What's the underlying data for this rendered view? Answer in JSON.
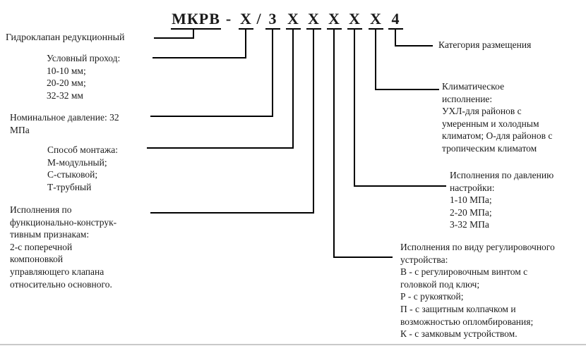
{
  "code": {
    "value": "МКРВ - Х/3 Х Х Х Х Х 4",
    "segments": [
      {
        "text": "МКРВ",
        "underlined": true
      },
      {
        "text": "-",
        "underlined": false
      },
      {
        "text": "Х",
        "underlined": true
      },
      {
        "text": "/",
        "underlined": false
      },
      {
        "text": "3",
        "underlined": true
      },
      {
        "text": "Х",
        "underlined": true
      },
      {
        "text": "Х",
        "underlined": true
      },
      {
        "text": "Х",
        "underlined": true
      },
      {
        "text": "Х",
        "underlined": true
      },
      {
        "text": "Х",
        "underlined": true
      },
      {
        "text": "4",
        "underlined": true
      }
    ]
  },
  "labels": {
    "product": "Гидроклапан редукционный",
    "bore": "Условный проход:\n10-10 мм;\n20-20 мм;\n32-32 мм",
    "pressure": "Номинальное давление: 32\nМПа",
    "mounting": "Способ монтажа:\nМ-модульный;\nС-стыковой;\nТ-трубный",
    "functional": "Исполнения по\nфункционально-конструк-\nтивным признакам:\n2-с поперечной\nкомпоновкой\nуправляющего клапана\nотносительно основного.",
    "adjustment": "Исполнения по виду регулировочного\nустройства:\nВ - с регулировочным винтом с\nголовкой под ключ;\nР - с рукояткой;\nП - с защитным колпачком и\nвозможностью опломбирования;\nК - с замковым устройством.",
    "setting_pressure": "Исполнения по давлению\nнастройки:\n1-10 МПа;\n2-20 МПа;\n3-32 МПа",
    "climate": "Климатическое\nисполнение:\nУХЛ-для районов с\nумеренным и холодным\nклиматом; О-для районов с\nтропическим климатом",
    "placement": "Категория размещения"
  },
  "colors": {
    "line": "#000000",
    "text": "#1a1a1a",
    "background": "#ffffff"
  }
}
